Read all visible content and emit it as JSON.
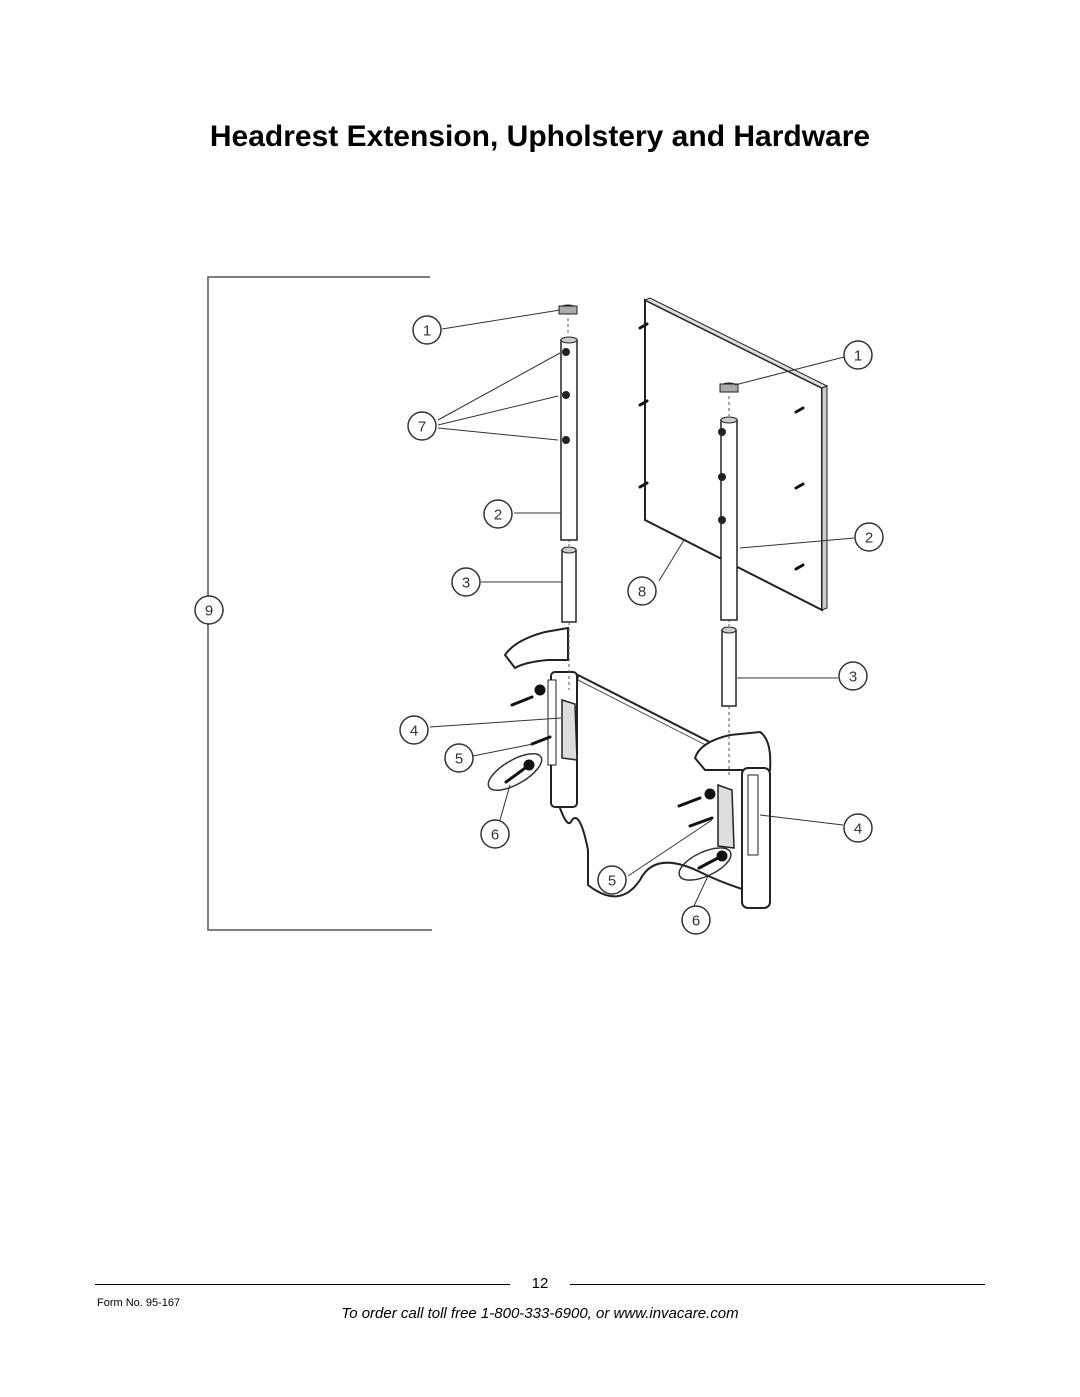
{
  "header": {
    "title": "Headrest Extension, Upholstery and Hardware"
  },
  "callouts": {
    "left_cap": "1",
    "left_detents": "7",
    "left_tube": "2",
    "left_insert": "3",
    "assembly_bracket": "9",
    "left_clamp": "4",
    "left_screw": "5",
    "left_washer_screw": "6",
    "right_cap": "1",
    "right_tube": "2",
    "upholstery": "8",
    "right_insert": "3",
    "right_clamp": "4",
    "right_screw": "5",
    "right_washer_screw": "6"
  },
  "footer": {
    "page_number": "12",
    "form_number": "Form No.  95-167",
    "order_line": "To order call toll free 1-800-333-6900, or www.invacare.com"
  }
}
